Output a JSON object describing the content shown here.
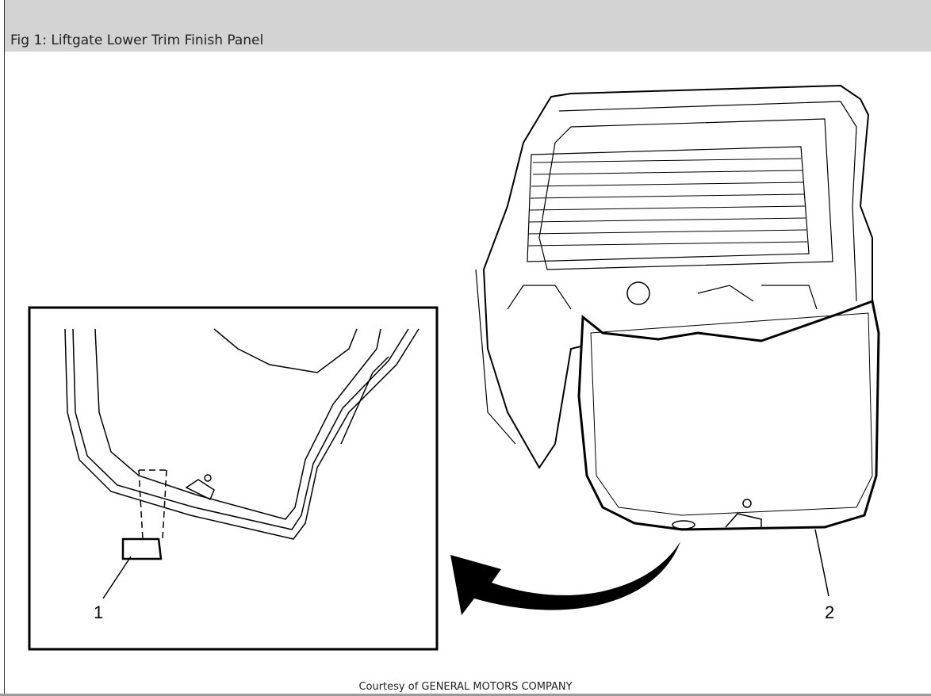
{
  "header": {
    "title": "Fig 1: Liftgate Lower Trim Finish Panel"
  },
  "figure": {
    "callouts": [
      "1",
      "2"
    ]
  },
  "footer": {
    "credit": "Courtesy of GENERAL MOTORS COMPANY"
  }
}
